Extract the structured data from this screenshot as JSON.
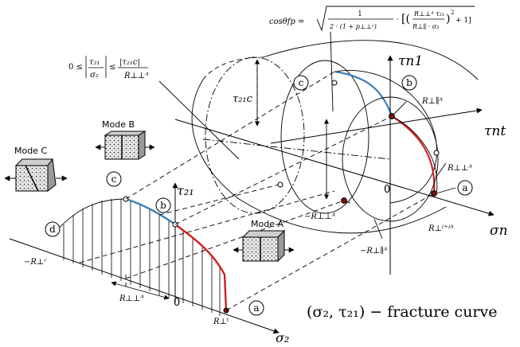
{
  "labels": {
    "mode_a": "Mode A",
    "mode_b": "Mode B",
    "mode_c": "Mode C",
    "point_a": "a",
    "point_b": "b",
    "point_c": "c",
    "point_d": "d",
    "zero": "0",
    "fracture_curve": "(σ₂, τ₂₁) − fracture curve",
    "tau_21c": "τ₂₁c",
    "axis_tau_21": "τ₂₁",
    "axis_sigma_2": "σ₂",
    "axis_tau_n1": "τn1",
    "axis_tau_nt": "τnt",
    "axis_sigma_n": "σn",
    "r_perp_parallel_a": "R⊥∥ᴬ",
    "r_perp_perp_a": "R⊥⊥ᴬ",
    "neg_r_perp_perp_a_left": "R⊥⊥ᴬ",
    "neg_r_perp_perp_a_right": "−R⊥⊥ᴬ",
    "neg_r_perp_parallel_a": "−R⊥∥ᴬ",
    "r_perp_plus_a": "R⊥⁽⁺⁾ᴬ",
    "r_perp_t": "R⊥ᵗ",
    "neg_r_perp_c": "−R⊥ᶜ"
  },
  "formulas": {
    "cos_theta": "cosθfp = √[ 1 / (2·(1 + p⊥⊥ᶜ)) · [ (R⊥⊥ᴬ τ₂₁ / (R⊥∥ · σ₂))² + 1 ] ]",
    "cos_theta_lhs": "cosθfp =",
    "inequality": "0 ≤ |τ₂₁ / σ₂| ≤ |τ₂₁c| / R⊥⊥ᴬ"
  },
  "colors": {
    "blue_segment": "#3b7fb8",
    "red_segment": "#d42020",
    "point_fill": "#7a1010"
  }
}
